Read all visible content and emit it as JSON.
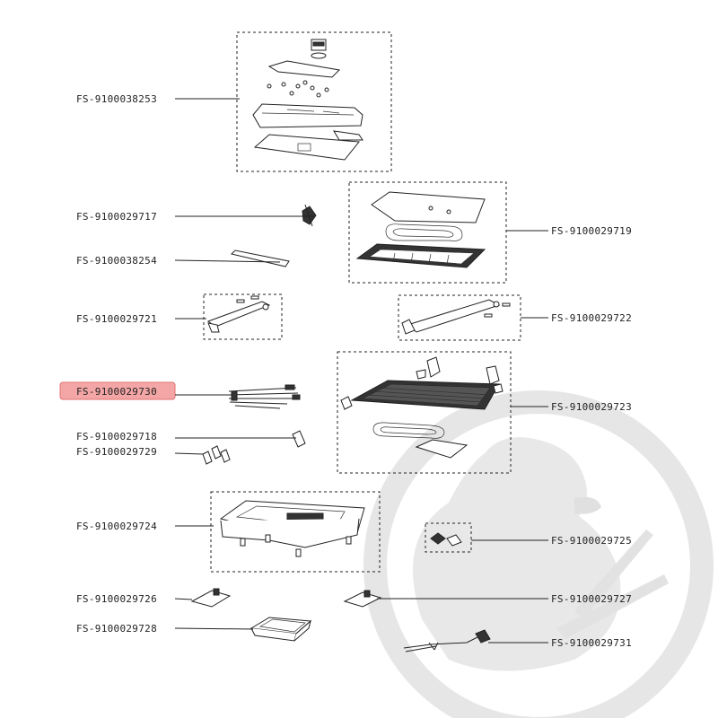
{
  "labels": [
    {
      "id": "p38253",
      "text": "FS-9100038253"
    },
    {
      "id": "p29717",
      "text": "FS-9100029717"
    },
    {
      "id": "p29719",
      "text": "FS-9100029719"
    },
    {
      "id": "p38254",
      "text": "FS-9100038254"
    },
    {
      "id": "p29721",
      "text": "FS-9100029721"
    },
    {
      "id": "p29722",
      "text": "FS-9100029722"
    },
    {
      "id": "p29730",
      "text": "FS-9100029730",
      "highlighted": true
    },
    {
      "id": "p29723",
      "text": "FS-9100029723"
    },
    {
      "id": "p29718",
      "text": "FS-9100029718"
    },
    {
      "id": "p29729",
      "text": "FS-9100029729"
    },
    {
      "id": "p29724",
      "text": "FS-9100029724"
    },
    {
      "id": "p29725",
      "text": "FS-9100029725"
    },
    {
      "id": "p29726",
      "text": "FS-9100029726"
    },
    {
      "id": "p29727",
      "text": "FS-9100029727"
    },
    {
      "id": "p29728",
      "text": "FS-9100029728"
    },
    {
      "id": "p29731",
      "text": "FS-9100029731"
    }
  ],
  "colors": {
    "highlight": "#f4a6a6",
    "highlight_border": "#e07070",
    "watermark": "#e6e6e6",
    "line": "#222222"
  },
  "watermark_icon": "duck-logo-icon"
}
